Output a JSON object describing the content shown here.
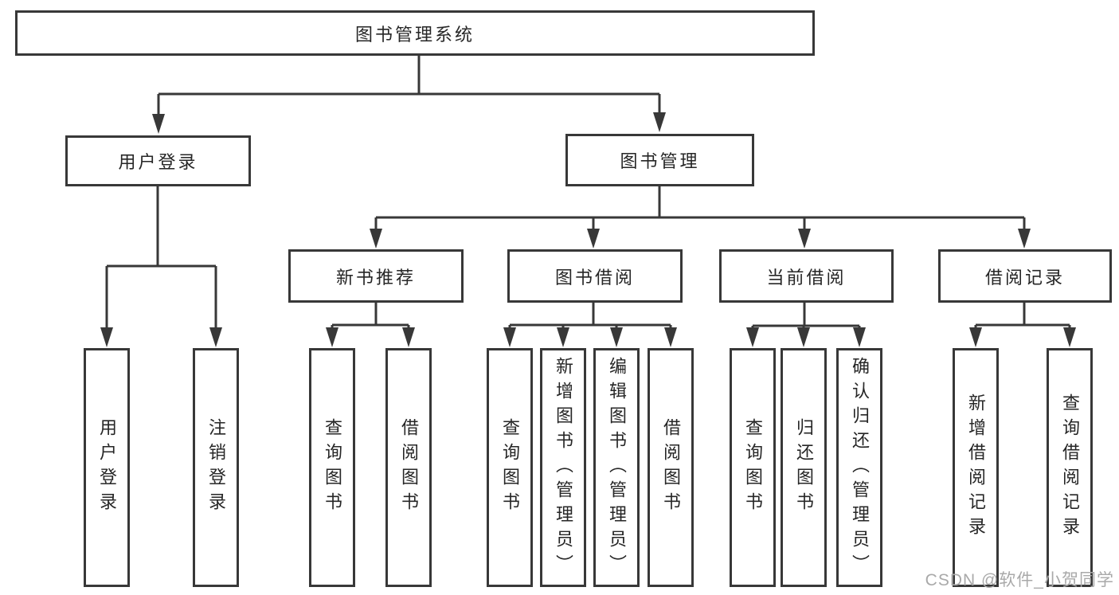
{
  "colors": {
    "line": "#383838",
    "box_border": "#383838",
    "text": "#262626",
    "background": "#ffffff",
    "watermark": "#a9a9a9"
  },
  "nodes": {
    "root": "图书管理系统",
    "user_login": "用户登录",
    "book_mgmt": "图书管理",
    "new_book_rec": "新书推荐",
    "book_borrow": "图书借阅",
    "current_borrow": "当前借阅",
    "borrow_records": "借阅记录",
    "leaf_user_login": "用户登录",
    "leaf_logout": "注销登录",
    "leaf_query_book_a": "查询图书",
    "leaf_borrow_book_a": "借阅图书",
    "leaf_query_book_b": "查询图书",
    "leaf_add_book": "新增图书（管理员）",
    "leaf_edit_book": "编辑图书（管理员）",
    "leaf_borrow_book_b": "借阅图书",
    "leaf_query_book_c": "查询图书",
    "leaf_return_book": "归还图书",
    "leaf_confirm_return": "确认归还（管理员）",
    "leaf_add_record": "新增借阅记录",
    "leaf_query_record": "查询借阅记录"
  },
  "tree": {
    "label": "图书管理系统",
    "children": [
      {
        "label": "用户登录",
        "children": [
          {
            "label": "用户登录"
          },
          {
            "label": "注销登录"
          }
        ]
      },
      {
        "label": "图书管理",
        "children": [
          {
            "label": "新书推荐",
            "children": [
              {
                "label": "查询图书"
              },
              {
                "label": "借阅图书"
              }
            ]
          },
          {
            "label": "图书借阅",
            "children": [
              {
                "label": "查询图书"
              },
              {
                "label": "新增图书（管理员）"
              },
              {
                "label": "编辑图书（管理员）"
              },
              {
                "label": "借阅图书"
              }
            ]
          },
          {
            "label": "当前借阅",
            "children": [
              {
                "label": "查询图书"
              },
              {
                "label": "归还图书"
              },
              {
                "label": "确认归还（管理员）"
              }
            ]
          },
          {
            "label": "借阅记录",
            "children": [
              {
                "label": "新增借阅记录"
              },
              {
                "label": "查询借阅记录"
              }
            ]
          }
        ]
      }
    ]
  },
  "watermark": "CSDN @软件_小贺同学"
}
